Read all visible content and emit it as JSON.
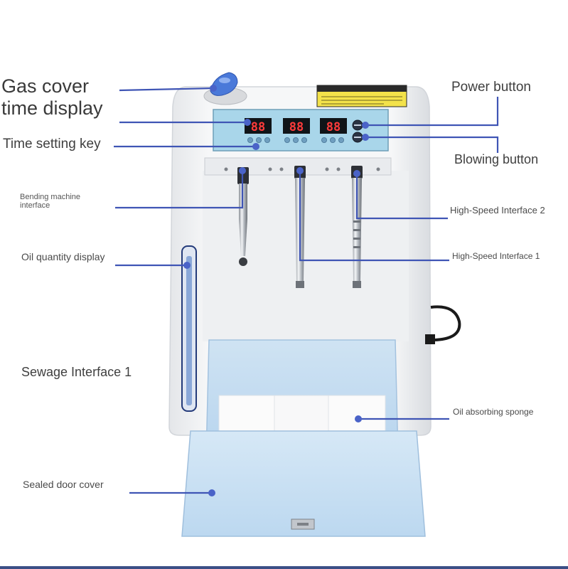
{
  "labels": {
    "gas_cover": "Gas cover",
    "time_display": "time display",
    "time_setting_key": "Time setting key",
    "bending_machine_interface_line1": "Bending machine",
    "bending_machine_interface_line2": "interface",
    "oil_quantity_display": "Oil quantity display",
    "sewage_interface_1": "Sewage Interface 1",
    "sealed_door_cover": "Sealed door cover",
    "power_button": "Power button",
    "blowing_button": "Blowing button",
    "high_speed_interface_2": "High-Speed Interface 2",
    "high_speed_interface_1": "High-Speed Interface 1",
    "oil_absorbing_sponge": "Oil absorbing sponge"
  },
  "display": {
    "timer_1": "88",
    "timer_2": "88",
    "timer_3": "88"
  },
  "colors": {
    "leader_line": "#3f55b5",
    "marker_dot": "#4a63c8",
    "panel_blue": "#a9d6ea",
    "led_red": "#ff3b3b",
    "tray_blue": "#c9e1f4",
    "bottom_rule": "#3b4f86"
  },
  "icons": {
    "gas_cover": "knob-icon",
    "power_button": "power-icon",
    "blowing_button": "air-icon"
  }
}
